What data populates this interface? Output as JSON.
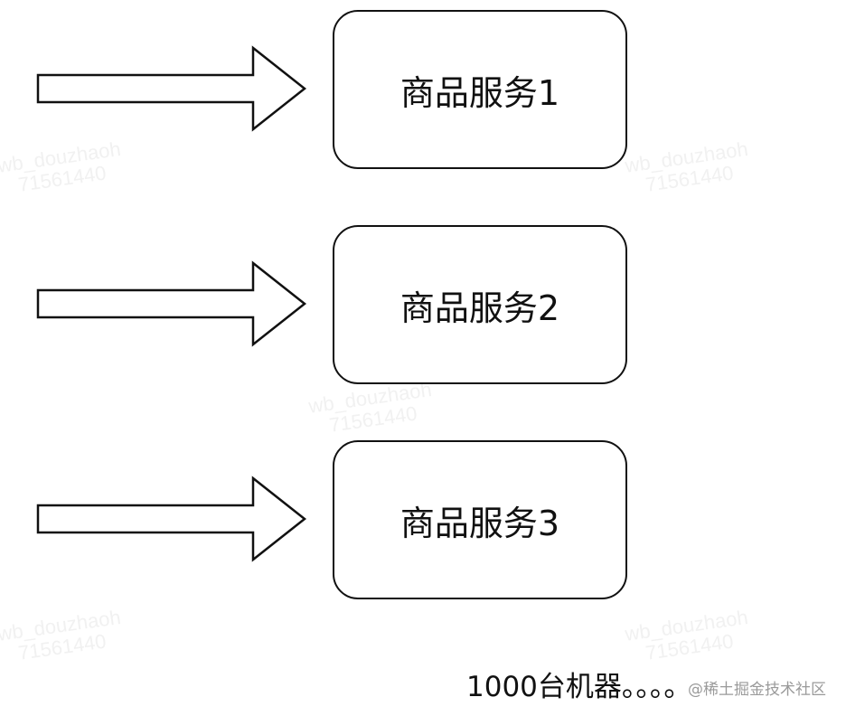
{
  "diagram": {
    "services": [
      {
        "label": "商品服务1"
      },
      {
        "label": "商品服务2"
      },
      {
        "label": "商品服务3"
      }
    ],
    "caption": "1000台机器。。。。",
    "source_mark": "@稀土掘金技术社区",
    "watermarks": [
      {
        "line1": "wb_douzhaoh",
        "line2": "71561440"
      },
      {
        "line1": "wb_douzhaoh",
        "line2": "71561440"
      },
      {
        "line1": "wb_douzhaoh",
        "line2": "71561440"
      },
      {
        "line1": "wb_douzhaoh",
        "line2": "71561440"
      },
      {
        "line1": "wb_douzhaoh",
        "line2": "71561440"
      }
    ]
  }
}
